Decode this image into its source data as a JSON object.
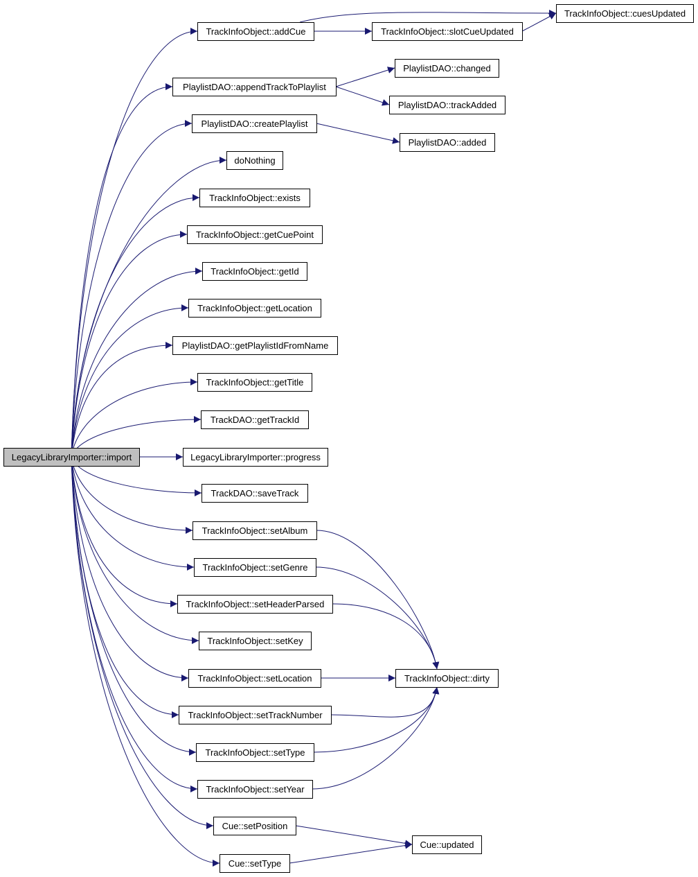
{
  "colors": {
    "edge": "#191970",
    "node_border": "#000000",
    "node_fill": "#ffffff",
    "root_fill": "#bfbfbf"
  },
  "nodes": [
    {
      "id": "import",
      "label": "LegacyLibraryImporter::import",
      "root": true
    },
    {
      "id": "addCue",
      "label": "TrackInfoObject::addCue"
    },
    {
      "id": "slotCueUpdated",
      "label": "TrackInfoObject::slotCueUpdated"
    },
    {
      "id": "cuesUpdated",
      "label": "TrackInfoObject::cuesUpdated"
    },
    {
      "id": "appendTrackToPlaylist",
      "label": "PlaylistDAO::appendTrackToPlaylist"
    },
    {
      "id": "changed",
      "label": "PlaylistDAO::changed"
    },
    {
      "id": "trackAdded",
      "label": "PlaylistDAO::trackAdded"
    },
    {
      "id": "createPlaylist",
      "label": "PlaylistDAO::createPlaylist"
    },
    {
      "id": "added",
      "label": "PlaylistDAO::added"
    },
    {
      "id": "doNothing",
      "label": "doNothing"
    },
    {
      "id": "exists",
      "label": "TrackInfoObject::exists"
    },
    {
      "id": "getCuePoint",
      "label": "TrackInfoObject::getCuePoint"
    },
    {
      "id": "getId",
      "label": "TrackInfoObject::getId"
    },
    {
      "id": "getLocation",
      "label": "TrackInfoObject::getLocation"
    },
    {
      "id": "getPlaylistIdFromName",
      "label": "PlaylistDAO::getPlaylistIdFromName"
    },
    {
      "id": "getTitle",
      "label": "TrackInfoObject::getTitle"
    },
    {
      "id": "getTrackId",
      "label": "TrackDAO::getTrackId"
    },
    {
      "id": "progress",
      "label": "LegacyLibraryImporter::progress"
    },
    {
      "id": "saveTrack",
      "label": "TrackDAO::saveTrack"
    },
    {
      "id": "setAlbum",
      "label": "TrackInfoObject::setAlbum"
    },
    {
      "id": "setGenre",
      "label": "TrackInfoObject::setGenre"
    },
    {
      "id": "setHeaderParsed",
      "label": "TrackInfoObject::setHeaderParsed"
    },
    {
      "id": "setKey",
      "label": "TrackInfoObject::setKey"
    },
    {
      "id": "setLocation",
      "label": "TrackInfoObject::setLocation"
    },
    {
      "id": "dirty",
      "label": "TrackInfoObject::dirty"
    },
    {
      "id": "setTrackNumber",
      "label": "TrackInfoObject::setTrackNumber"
    },
    {
      "id": "setType",
      "label": "TrackInfoObject::setType"
    },
    {
      "id": "setYear",
      "label": "TrackInfoObject::setYear"
    },
    {
      "id": "cueSetPosition",
      "label": "Cue::setPosition"
    },
    {
      "id": "cueUpdated",
      "label": "Cue::updated"
    },
    {
      "id": "cueSetType",
      "label": "Cue::setType"
    }
  ],
  "edges": [
    {
      "from": "import",
      "to": "addCue"
    },
    {
      "from": "import",
      "to": "appendTrackToPlaylist"
    },
    {
      "from": "import",
      "to": "createPlaylist"
    },
    {
      "from": "import",
      "to": "doNothing"
    },
    {
      "from": "import",
      "to": "exists"
    },
    {
      "from": "import",
      "to": "getCuePoint"
    },
    {
      "from": "import",
      "to": "getId"
    },
    {
      "from": "import",
      "to": "getLocation"
    },
    {
      "from": "import",
      "to": "getPlaylistIdFromName"
    },
    {
      "from": "import",
      "to": "getTitle"
    },
    {
      "from": "import",
      "to": "getTrackId"
    },
    {
      "from": "import",
      "to": "progress"
    },
    {
      "from": "import",
      "to": "saveTrack"
    },
    {
      "from": "import",
      "to": "setAlbum"
    },
    {
      "from": "import",
      "to": "setGenre"
    },
    {
      "from": "import",
      "to": "setHeaderParsed"
    },
    {
      "from": "import",
      "to": "setKey"
    },
    {
      "from": "import",
      "to": "setLocation"
    },
    {
      "from": "import",
      "to": "setTrackNumber"
    },
    {
      "from": "import",
      "to": "setType"
    },
    {
      "from": "import",
      "to": "setYear"
    },
    {
      "from": "import",
      "to": "cueSetPosition"
    },
    {
      "from": "import",
      "to": "cueSetType"
    },
    {
      "from": "addCue",
      "to": "slotCueUpdated"
    },
    {
      "from": "addCue",
      "to": "cuesUpdated"
    },
    {
      "from": "slotCueUpdated",
      "to": "cuesUpdated"
    },
    {
      "from": "appendTrackToPlaylist",
      "to": "changed"
    },
    {
      "from": "appendTrackToPlaylist",
      "to": "trackAdded"
    },
    {
      "from": "createPlaylist",
      "to": "added"
    },
    {
      "from": "setAlbum",
      "to": "dirty"
    },
    {
      "from": "setGenre",
      "to": "dirty"
    },
    {
      "from": "setHeaderParsed",
      "to": "dirty"
    },
    {
      "from": "setLocation",
      "to": "dirty"
    },
    {
      "from": "setTrackNumber",
      "to": "dirty"
    },
    {
      "from": "setType",
      "to": "dirty"
    },
    {
      "from": "setYear",
      "to": "dirty"
    },
    {
      "from": "cueSetPosition",
      "to": "cueUpdated"
    },
    {
      "from": "cueSetType",
      "to": "cueUpdated"
    }
  ]
}
